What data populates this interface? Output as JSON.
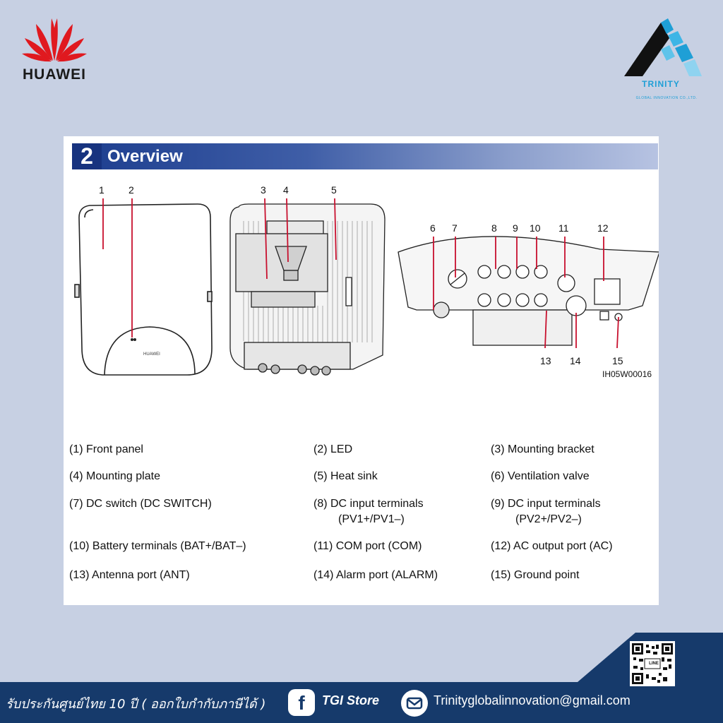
{
  "brand": {
    "huawei_name": "HUAWEI",
    "trinity_name": "TRINITY",
    "trinity_sub": "GLOBAL INNOVATION CO.,LTD."
  },
  "section": {
    "number": "2",
    "title": "Overview"
  },
  "figure": {
    "callouts": [
      "1",
      "2",
      "3",
      "4",
      "5",
      "6",
      "7",
      "8",
      "9",
      "10",
      "11",
      "12",
      "13",
      "14",
      "15"
    ],
    "code": "IH05W00016"
  },
  "legend": [
    {
      "line1": "(1) Front panel",
      "line2": ""
    },
    {
      "line1": "(2) LED",
      "line2": ""
    },
    {
      "line1": "(3)  Mounting bracket",
      "line2": ""
    },
    {
      "line1": "(4)  Mounting plate",
      "line2": ""
    },
    {
      "line1": "(5) Heat sink",
      "line2": ""
    },
    {
      "line1": "(6) Ventilation valve",
      "line2": ""
    },
    {
      "line1": "(7) DC switch (DC SWITCH)",
      "line2": ""
    },
    {
      "line1": "(8) DC input terminals",
      "line2": "(PV1+/PV1–)"
    },
    {
      "line1": "(9) DC input terminals",
      "line2": "(PV2+/PV2–)"
    },
    {
      "line1": "(10) Battery terminals (BAT+/BAT–)",
      "line2": ""
    },
    {
      "line1": "(11) COM port (COM)",
      "line2": ""
    },
    {
      "line1": "(12) AC output port (AC)",
      "line2": ""
    },
    {
      "line1": "(13) Antenna port (ANT)",
      "line2": ""
    },
    {
      "line1": "(14) Alarm port (ALARM)",
      "line2": ""
    },
    {
      "line1": "(15) Ground point",
      "line2": ""
    }
  ],
  "footer": {
    "warranty": "รับประกันศูนย์ไทย 10 ปี ( ออกใบกำกับภาษีได้ )",
    "facebook_icon": "f",
    "facebook_name": "TGI Store",
    "email": "Trinityglobalinnovation@gmail.com",
    "qr_label": "LINE"
  },
  "colors": {
    "background": "#c7d0e3",
    "section_bar": "#1c3d8e",
    "footer": "#163a6b",
    "callout_line": "#c8102e",
    "huawei_red": "#e0191f",
    "trinity_blue": "#1f9fd6"
  }
}
